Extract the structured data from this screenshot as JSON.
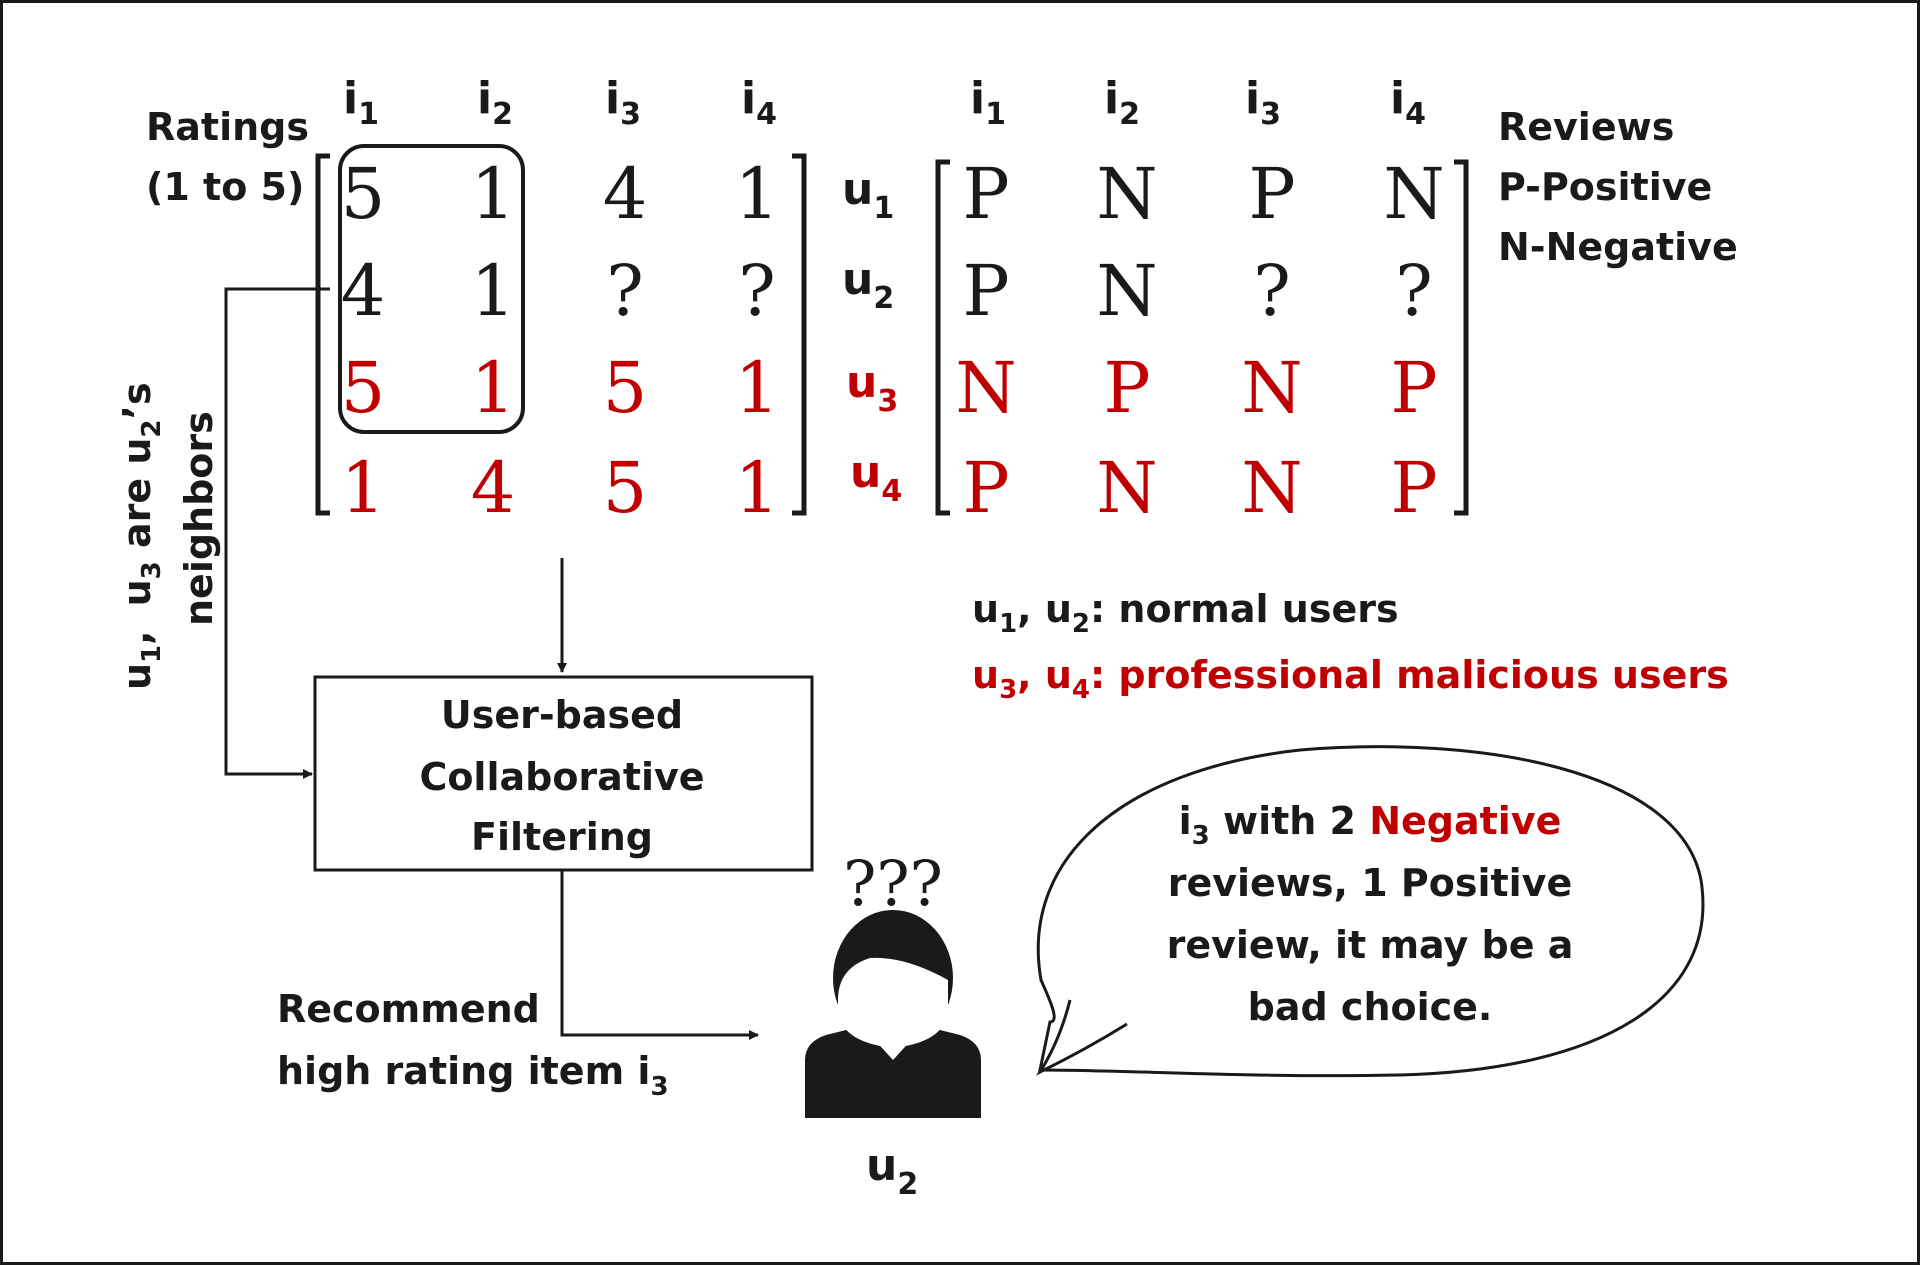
{
  "colors": {
    "normal": "#1a1a1a",
    "malicious": "#c00000",
    "background": "#ffffff"
  },
  "ratings_label": {
    "line1": "Ratings",
    "line2": "(1 to 5)"
  },
  "reviews_legend": {
    "title": "Reviews",
    "positive": "P-Positive",
    "negative": "N-Negative"
  },
  "items": [
    {
      "base": "i",
      "sub": "1"
    },
    {
      "base": "i",
      "sub": "2"
    },
    {
      "base": "i",
      "sub": "3"
    },
    {
      "base": "i",
      "sub": "4"
    }
  ],
  "users": [
    {
      "base": "u",
      "sub": "1",
      "type": "normal"
    },
    {
      "base": "u",
      "sub": "2",
      "type": "normal"
    },
    {
      "base": "u",
      "sub": "3",
      "type": "malicious"
    },
    {
      "base": "u",
      "sub": "4",
      "type": "malicious"
    }
  ],
  "ratings_matrix": [
    [
      "5",
      "1",
      "4",
      "1"
    ],
    [
      "4",
      "1",
      "?",
      "?"
    ],
    [
      "5",
      "1",
      "5",
      "1"
    ],
    [
      "1",
      "4",
      "5",
      "1"
    ]
  ],
  "reviews_matrix": [
    [
      "P",
      "N",
      "P",
      "N"
    ],
    [
      "P",
      "N",
      "?",
      "?"
    ],
    [
      "N",
      "P",
      "N",
      "P"
    ],
    [
      "P",
      "N",
      "N",
      "P"
    ]
  ],
  "neighbors_note": {
    "u1": "u",
    "u1_sub": "1",
    "comma": ",",
    "u3": "u",
    "u3_sub": "3",
    "are": " are ",
    "u2": "u",
    "u2_sub": "2",
    "poss": "’s",
    "line2": "neighbors"
  },
  "legend_users": {
    "normal": {
      "a": "u",
      "a_sub": "1",
      "sep": ",  ",
      "b": "u",
      "b_sub": "2",
      "text": ": normal users"
    },
    "malicious": {
      "a": "u",
      "a_sub": "3",
      "sep": ",  ",
      "b": "u",
      "b_sub": "4",
      "text": ": professional malicious  users"
    }
  },
  "cf_box": {
    "line1": "User-based",
    "line2": "Collaborative",
    "line3": "Filtering"
  },
  "recommend": {
    "line1": "Recommend",
    "line2": "high rating item ",
    "item": "i",
    "item_sub": "3"
  },
  "confused_mark": "???",
  "target_user": {
    "base": "u",
    "sub": "2"
  },
  "speech_bubble": {
    "item": "i",
    "item_sub": "3",
    "line1_mid": " with 2 ",
    "line1_neg": "Negative",
    "line2": "reviews, 1 Positive",
    "line3": "review, it may be a",
    "line4": "bad choice."
  }
}
